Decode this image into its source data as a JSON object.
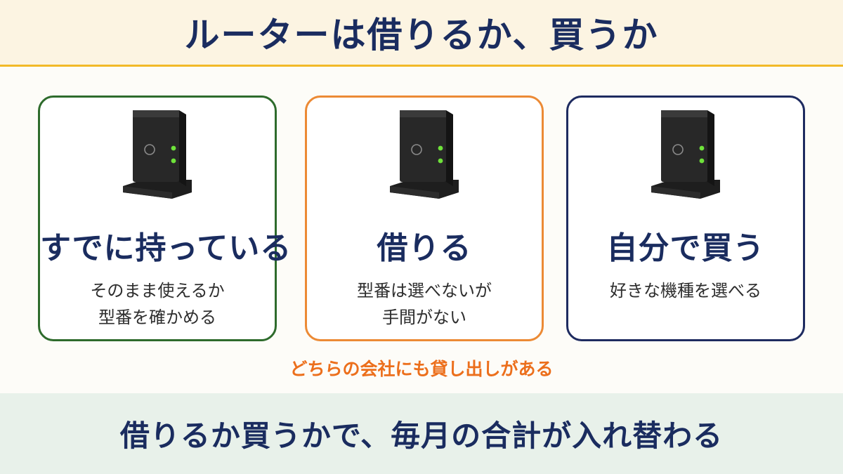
{
  "header": {
    "title": "ルーターは借りるか、買うか"
  },
  "cards": [
    {
      "title": "すでに持っている",
      "desc_lines": [
        "そのまま使えるか",
        "型番を確かめる"
      ],
      "border_color": "#2e6b2c",
      "icon": "router-icon"
    },
    {
      "title": "借りる",
      "desc_lines": [
        "型番は選べないが",
        "手間がない"
      ],
      "border_color": "#ec8a35",
      "icon": "router-icon"
    },
    {
      "title": "自分で買う",
      "desc_lines": [
        "好きな機種を選べる"
      ],
      "border_color": "#1e2b60",
      "icon": "router-icon"
    }
  ],
  "note": "どちらの会社にも貸し出しがある",
  "footer": {
    "text": "借りるか買うかで、毎月の合計が入れ替わる"
  },
  "colors": {
    "header_bg": "#fcf4e2",
    "header_rule": "#f2b928",
    "title_text": "#1a2c5f",
    "note_text": "#ec6f1c",
    "footer_bg": "#e8f1ea",
    "router_led": "#6ee23a"
  }
}
